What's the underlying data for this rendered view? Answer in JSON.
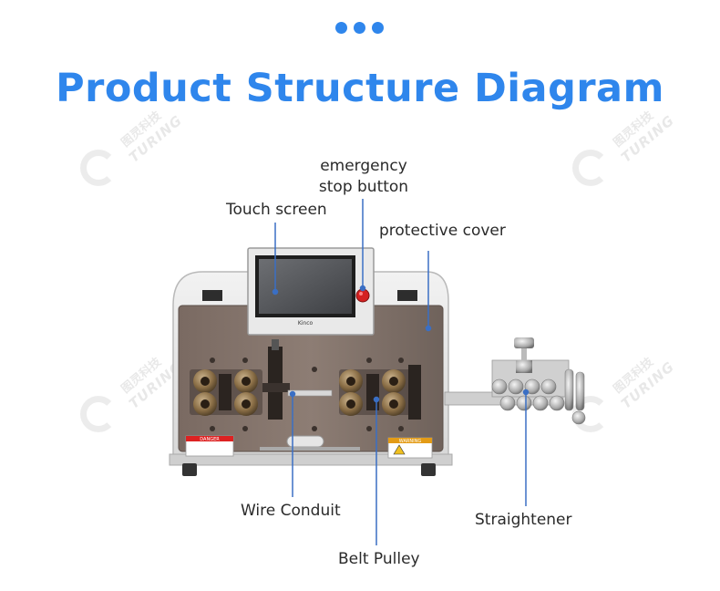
{
  "title": "Product Structure Diagram",
  "labels": {
    "emergency_line1": "emergency",
    "emergency_line2": "stop button",
    "touch_screen": "Touch screen",
    "protective_cover": "protective cover",
    "wire_conduit": "Wire Conduit",
    "belt_pulley": "Belt Pulley",
    "straightener": "Straightener"
  },
  "screen_brand": "Kinco",
  "warning_labels": {
    "danger": "DANGER",
    "warning": "WARNING"
  },
  "watermark": {
    "cn": "图灵科技",
    "en": "TURING"
  },
  "colors": {
    "accent": "#2f86ec",
    "leader_line": "#3a6fc4",
    "label_text": "#2a2a2a"
  }
}
